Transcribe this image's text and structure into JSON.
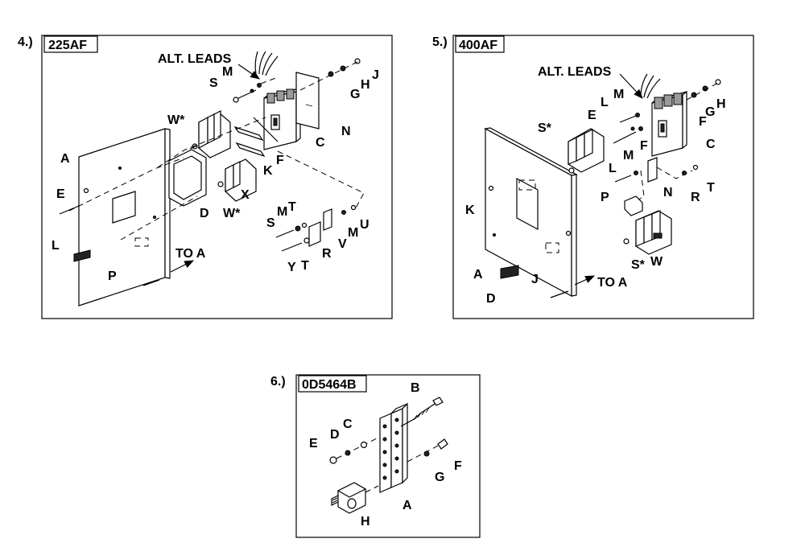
{
  "panel4": {
    "number": "4.)",
    "code": "225AF",
    "alt_leads": "ALT. LEADS",
    "to_a": "TO A",
    "letters": {
      "A": "A",
      "C": "C",
      "D": "D",
      "E": "E",
      "F": "F",
      "G": "G",
      "H": "H",
      "J": "J",
      "K": "K",
      "L": "L",
      "M1": "M",
      "M2": "M",
      "M3": "M",
      "N": "N",
      "P": "P",
      "R": "R",
      "S1": "S",
      "S2": "S",
      "T1": "T",
      "T2": "T",
      "U": "U",
      "V": "V",
      "W1": "W*",
      "W2": "W*",
      "X": "X",
      "Y": "Y"
    }
  },
  "panel5": {
    "number": "5.)",
    "code": "400AF",
    "alt_leads": "ALT. LEADS",
    "to_a": "TO A",
    "letters": {
      "A": "A",
      "C": "C",
      "D": "D",
      "E": "E",
      "F1": "F",
      "F2": "F",
      "G": "G",
      "H": "H",
      "J": "J",
      "K": "K",
      "L1": "L",
      "L2": "L",
      "M1": "M",
      "M2": "M",
      "N": "N",
      "P": "P",
      "R": "R",
      "S1": "S*",
      "S2": "S*",
      "T": "T",
      "W": "W"
    }
  },
  "panel6": {
    "number": "6.)",
    "code": "0D5464B",
    "letters": {
      "A": "A",
      "B": "B",
      "C": "C",
      "D": "D",
      "E": "E",
      "F": "F",
      "G": "G",
      "H": "H"
    }
  }
}
